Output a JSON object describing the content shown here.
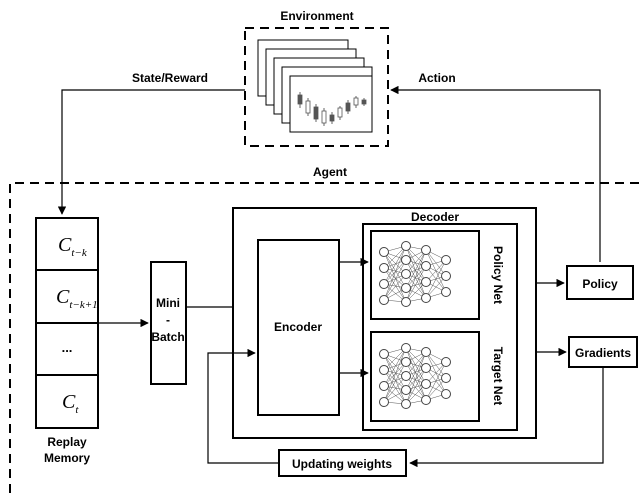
{
  "environment": {
    "title": "Environment"
  },
  "links": {
    "state_reward": "State/Reward",
    "action": "Action"
  },
  "agent": {
    "title": "Agent"
  },
  "replay_memory": {
    "label_line1": "Replay",
    "label_line2": "Memory",
    "cells": [
      {
        "base": "C",
        "sub": "t−k"
      },
      {
        "base": "C",
        "sub": "t−k+1"
      },
      {
        "base": "...",
        "sub": ""
      },
      {
        "base": "C",
        "sub": "t"
      }
    ]
  },
  "mini_batch": {
    "line1": "Mini",
    "line2": "-",
    "line3": "Batch"
  },
  "decoder": {
    "title": "Decoder"
  },
  "encoder": {
    "title": "Encoder"
  },
  "policy_net": {
    "title": "Policy Net"
  },
  "target_net": {
    "title": "Target Net"
  },
  "policy": {
    "label": "Policy"
  },
  "gradients": {
    "label": "Gradients"
  },
  "updating_weights": {
    "label": "Updating weights"
  }
}
